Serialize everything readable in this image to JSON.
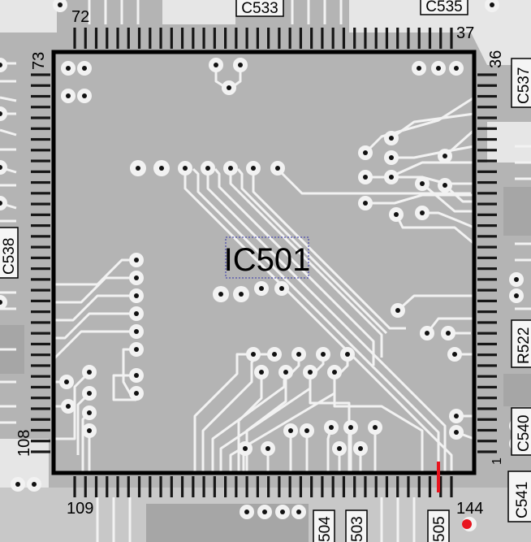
{
  "chip": {
    "designator": "IC501",
    "pins": {
      "p1": "1",
      "p36": "36",
      "p37": "37",
      "p72": "72",
      "p73": "73",
      "p108": "108",
      "p109": "109",
      "p144": "144"
    }
  },
  "components": {
    "c533": "C533",
    "c535": "C535",
    "c537": "C537",
    "c538": "C538",
    "c540": "C540",
    "c541": "C541",
    "r522": "R522",
    "p504": "504",
    "p503": "503",
    "p505": "505"
  },
  "colors": {
    "board": "#b4b4b4",
    "trace": "#f2f2f2",
    "outline": "#000000",
    "pin1_marker": "#e8141e",
    "pad_hole": "#111111"
  }
}
